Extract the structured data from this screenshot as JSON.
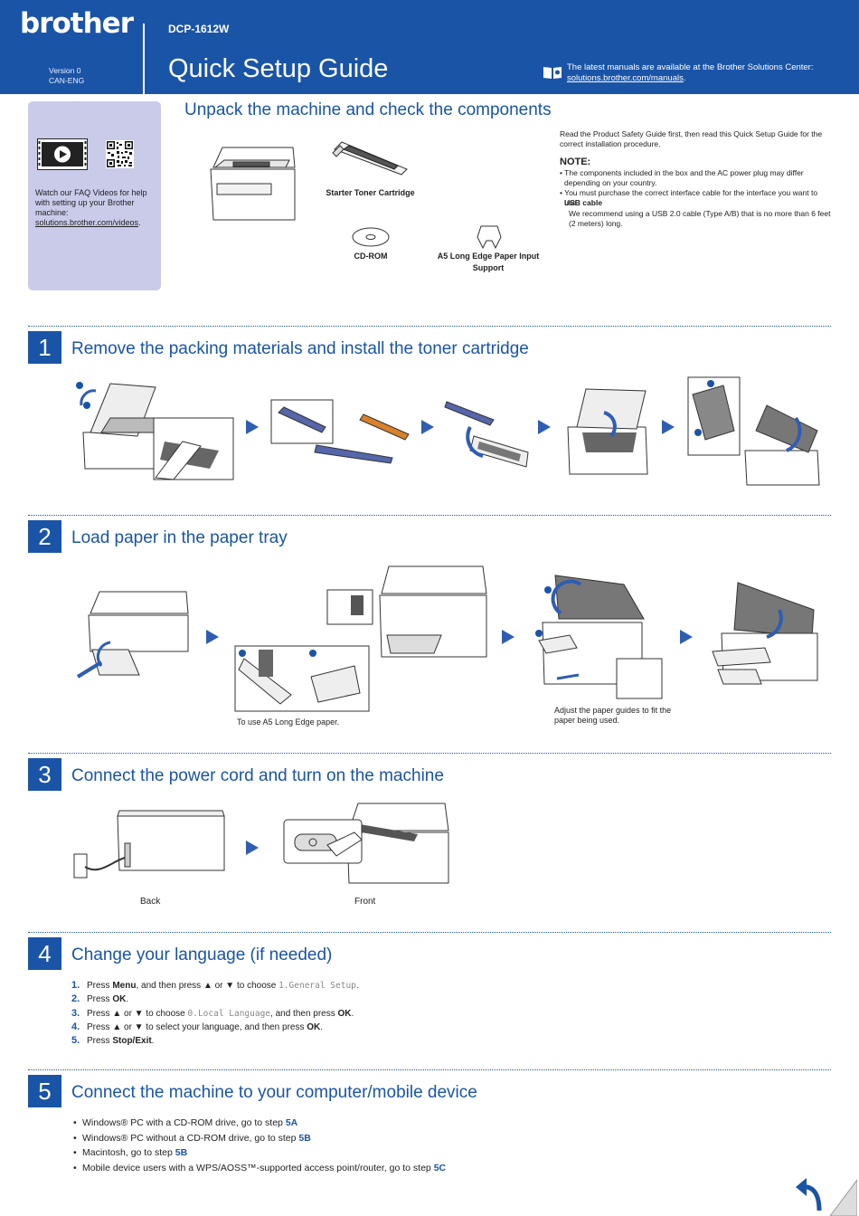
{
  "header": {
    "logo": "brother",
    "version_line1": "Version 0",
    "version_line2": "CAN-ENG",
    "model": "DCP-1612W",
    "title": "Quick Setup Guide",
    "manuals_text": "The latest manuals are available at the Brother Solutions Center:",
    "manuals_link": "solutions.brother.com/manuals",
    "manuals_period": "."
  },
  "faq": {
    "text": "Watch our FAQ Videos for help with setting up your Brother machine:",
    "link": "solutions.brother.com/videos",
    "period": "."
  },
  "unpack": {
    "title": "Unpack the machine and check the components",
    "components": {
      "toner": "Starter Toner Cartridge",
      "cdrom": "CD-ROM",
      "a5_support": "A5 Long Edge Paper Input Support"
    },
    "read_text": "Read the Product Safety Guide first, then read this Quick Setup Guide for the correct installation procedure.",
    "note_heading": "NOTE:",
    "notes": [
      "• The components included in the box and the AC power plug may differ depending on your country.",
      "• You must purchase the correct interface cable for the interface you want to use."
    ],
    "usb_heading": "USB cable",
    "usb_text": "We recommend using a USB 2.0 cable (Type A/B) that is no more than 6 feet (2 meters) long."
  },
  "steps": [
    {
      "number": "1",
      "title": "Remove the packing materials and install the toner cartridge"
    },
    {
      "number": "2",
      "title": "Load paper in the paper tray"
    },
    {
      "number": "3",
      "title": "Connect the power cord and turn on the machine"
    },
    {
      "number": "4",
      "title": "Change your language (if needed)"
    },
    {
      "number": "5",
      "title": "Connect the machine to your computer/mobile device"
    }
  ],
  "step2": {
    "caption_a5": "To use A5 Long Edge paper.",
    "caption_guides": "Adjust the paper guides to fit the paper being used."
  },
  "step3": {
    "back": "Back",
    "front": "Front"
  },
  "step4": {
    "items": [
      {
        "n": "1.",
        "pre": "Press ",
        "b1": "Menu",
        "mid": ", and then press ▲ or ▼ to choose ",
        "mono": "1.General Setup",
        "post": "."
      },
      {
        "n": "2.",
        "pre": "Press ",
        "b1": "OK",
        "mid": ".",
        "mono": "",
        "post": ""
      },
      {
        "n": "3.",
        "pre": "Press ▲ or ▼ to choose ",
        "b1": "",
        "mid": "",
        "mono": "0.Local Language",
        "post": ", and then press ",
        "b2": "OK",
        "post2": "."
      },
      {
        "n": "4.",
        "pre": "Press ▲ or ▼ to select your language, and then press ",
        "b1": "OK",
        "mid": ".",
        "mono": "",
        "post": ""
      },
      {
        "n": "5.",
        "pre": "Press ",
        "b1": "Stop/Exit",
        "mid": ".",
        "mono": "",
        "post": ""
      }
    ]
  },
  "step5": {
    "items": [
      {
        "text": "Windows® PC with a CD-ROM drive, go to step ",
        "step": "5A"
      },
      {
        "text": "Windows® PC without a CD-ROM drive, go to step ",
        "step": "5B"
      },
      {
        "text": "Macintosh, go to step ",
        "step": "5B"
      },
      {
        "text": "Mobile device users with a WPS/AOSS™-supported access point/router, go to step ",
        "step": "5C"
      }
    ]
  },
  "colors": {
    "brand_blue": "#1a54a6",
    "faq_box": "#c9cbe9",
    "arrow_blue": "#2f5db2",
    "toner_orange": "#d9802a"
  }
}
